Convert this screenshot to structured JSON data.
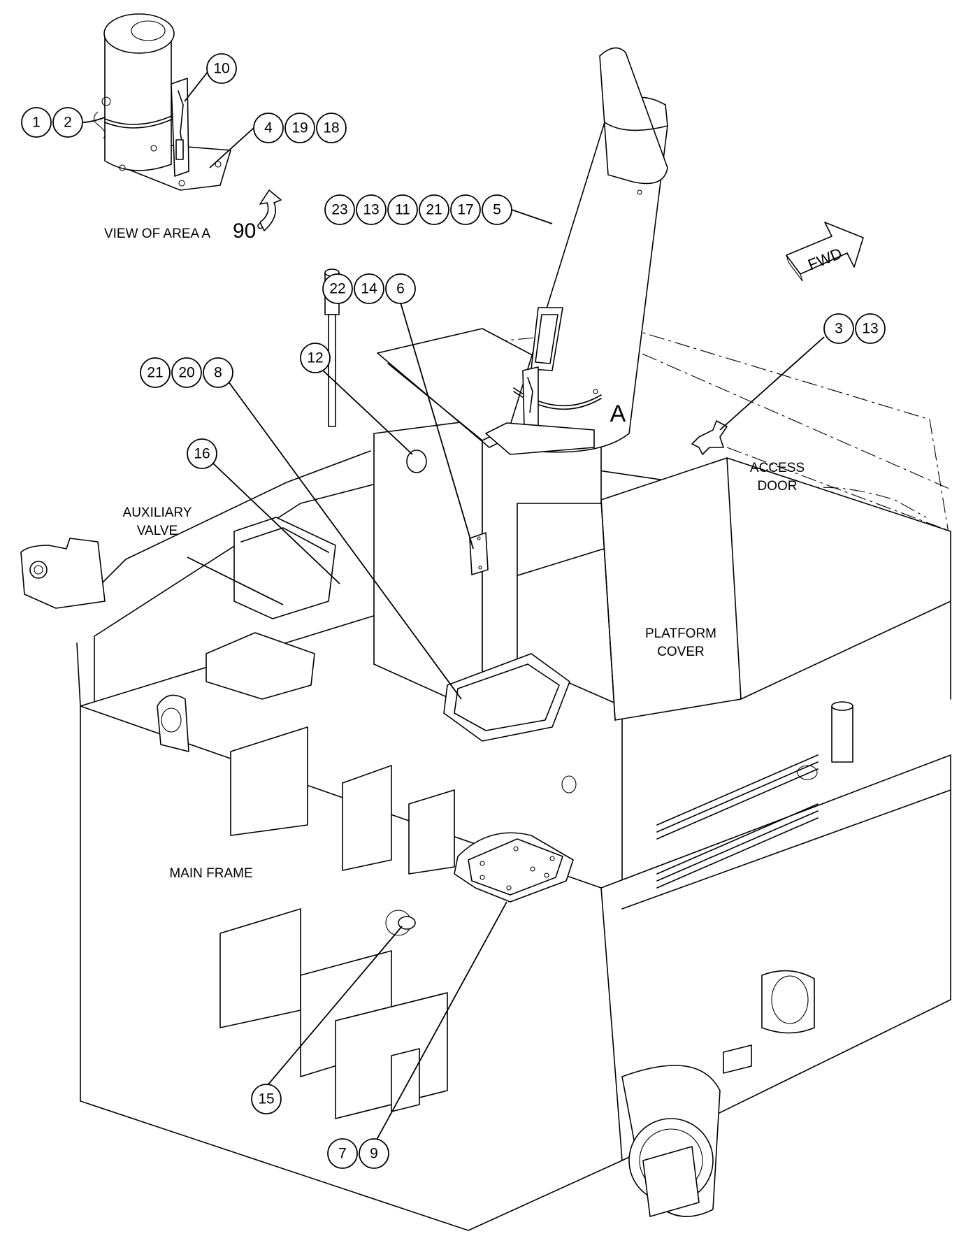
{
  "labels": {
    "view_of_area": "VIEW OF AREA A",
    "rotation": "90°",
    "area_marker": "A",
    "fwd_arrow": "FWD",
    "access_door_line1": "ACCESS",
    "access_door_line2": "DOOR",
    "auxiliary_valve_line1": "AUXILIARY",
    "auxiliary_valve_line2": "VALVE",
    "platform_cover_line1": "PLATFORM",
    "platform_cover_line2": "COVER",
    "main_frame": "MAIN FRAME"
  },
  "callouts": {
    "g_1_2": [
      "1",
      "2"
    ],
    "g_10": [
      "10"
    ],
    "g_4_19_18": [
      "4",
      "19",
      "18"
    ],
    "g_exhaust": [
      "23",
      "13",
      "11",
      "21",
      "17",
      "5"
    ],
    "g_22_14_6": [
      "22",
      "14",
      "6"
    ],
    "g_3_13": [
      "3",
      "13"
    ],
    "g_12": [
      "12"
    ],
    "g_21_20_8": [
      "21",
      "20",
      "8"
    ],
    "g_16": [
      "16"
    ],
    "g_15": [
      "15"
    ],
    "g_7_9": [
      "7",
      "9"
    ]
  }
}
